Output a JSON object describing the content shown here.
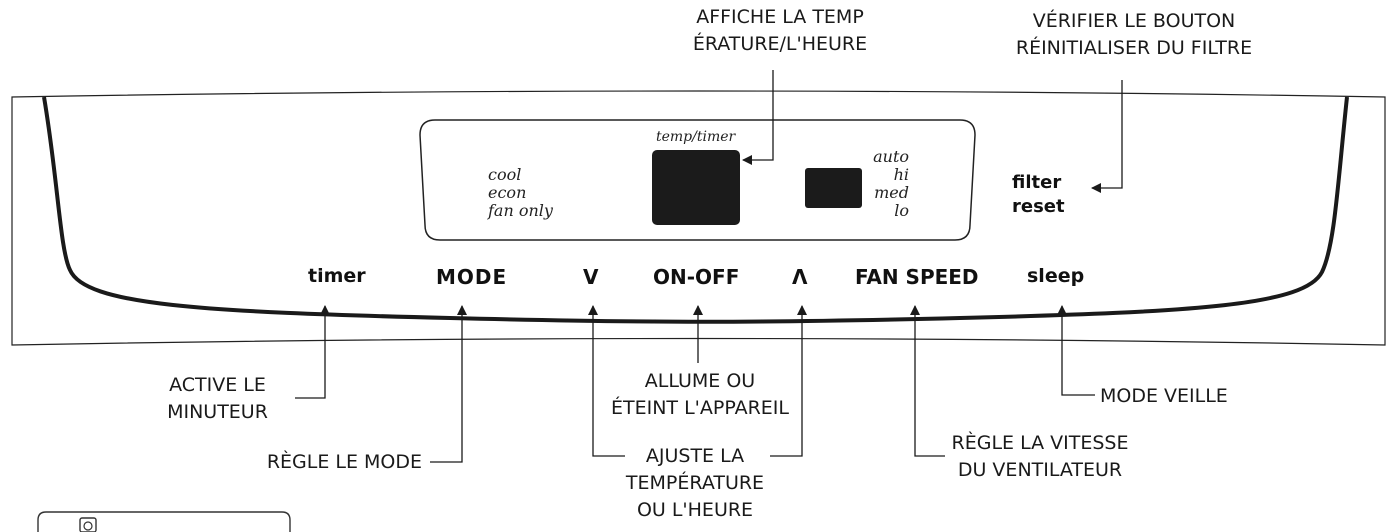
{
  "panel": {
    "display_label": "temp/timer",
    "modes": [
      "cool",
      "econ",
      "fan only"
    ],
    "fan_speeds": [
      "auto",
      "hi",
      "med",
      "lo"
    ],
    "filter_reset": [
      "filter",
      "reset"
    ],
    "buttons": {
      "timer": "timer",
      "mode": "MODE",
      "down": "V",
      "on_off": "ON-OFF",
      "up": "Λ",
      "fan_speed": "FAN SPEED",
      "sleep": "sleep"
    }
  },
  "callouts": {
    "display": [
      "AFFICHE LA TEMP",
      "ÉRATURE/L'HEURE"
    ],
    "filter": [
      "VÉRIFIER LE BOUTON",
      "RÉINITIALISER DU FILTRE"
    ],
    "timer": [
      "ACTIVE LE",
      "MINUTEUR"
    ],
    "mode": "RÈGLE LE MODE",
    "power": [
      "ALLUME OU",
      "ÉTEINT L'APPAREIL"
    ],
    "temperature": [
      "AJUSTE LA",
      "TEMPÉRATURE",
      "OU L'HEURE"
    ],
    "fan_speed": [
      "RÈGLE LA VITESSE",
      "DU VENTILATEUR"
    ],
    "sleep": "MODE VEILLE"
  }
}
